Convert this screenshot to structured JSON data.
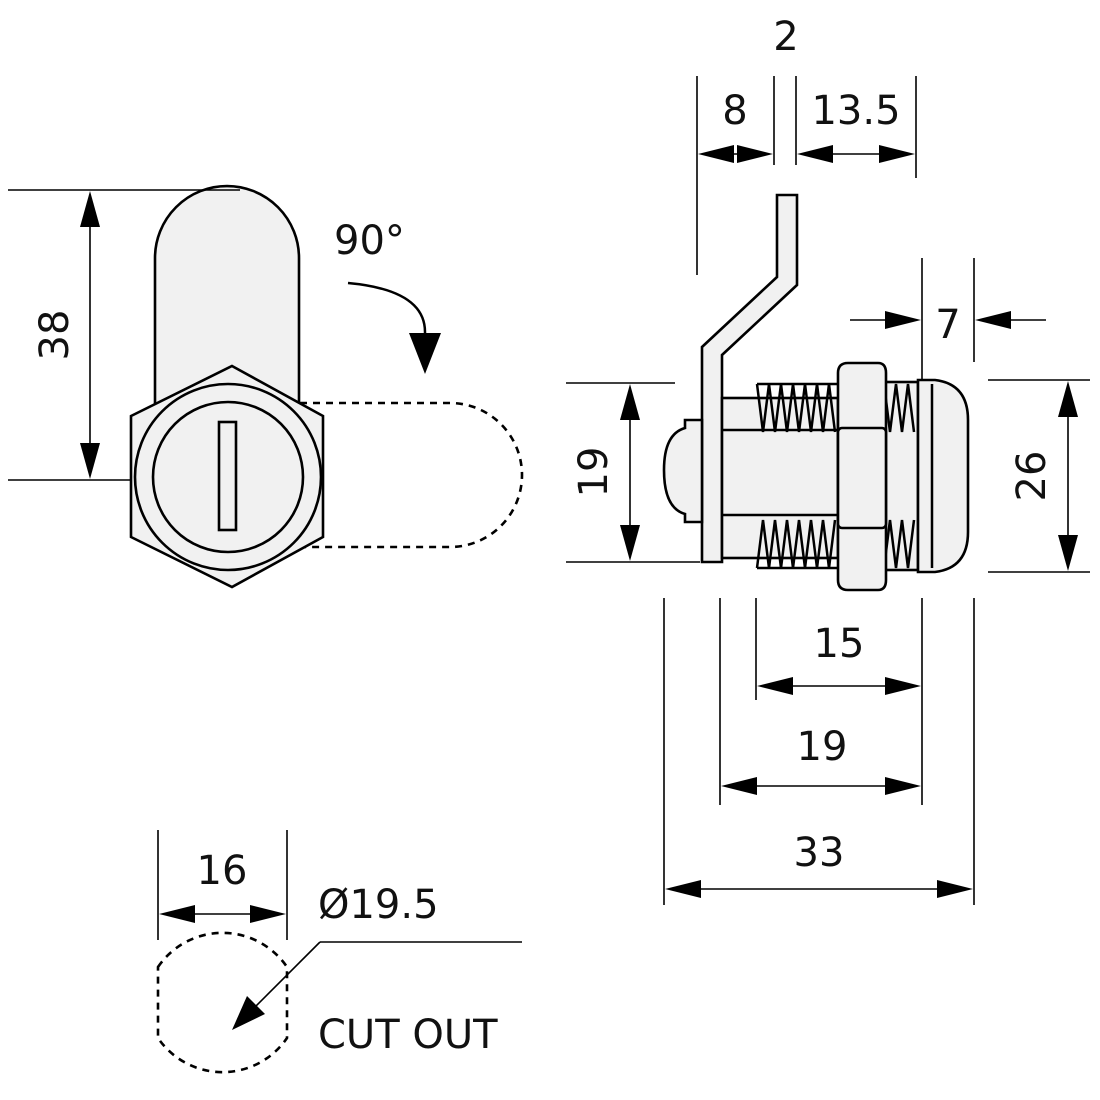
{
  "dimensions": {
    "height_38": "38",
    "angle_90": "90°",
    "gap_2": "2",
    "offset_8": "8",
    "length_13_5": "13.5",
    "length_7": "7",
    "height_19": "19",
    "height_26": "26",
    "length_15": "15",
    "length_19": "19",
    "length_33": "33",
    "width_16": "16",
    "diameter_19_5": "Ø19.5"
  },
  "labels": {
    "cut_out": "CUT OUT"
  }
}
